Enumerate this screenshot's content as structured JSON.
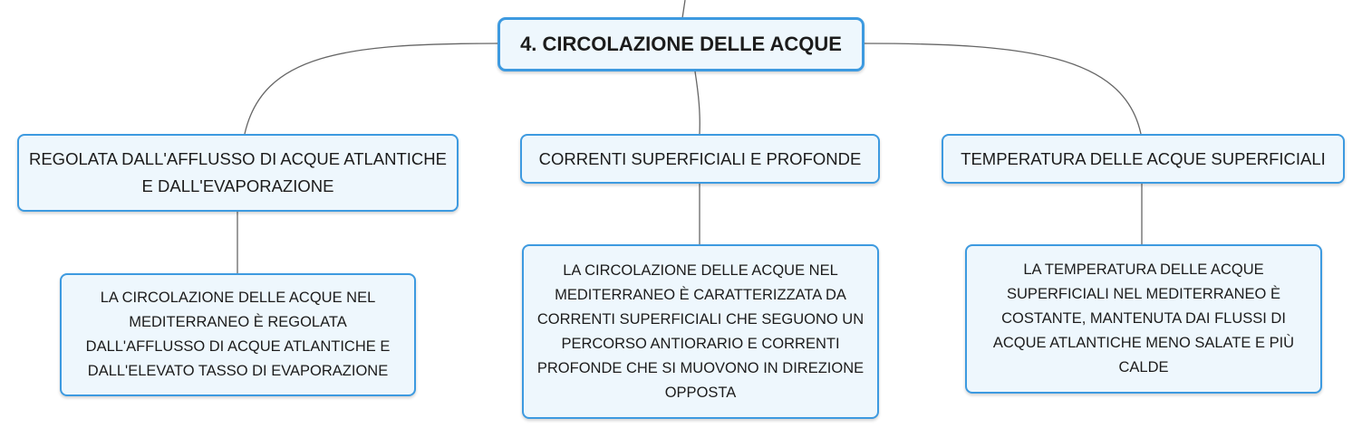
{
  "colors": {
    "node_border": "#3d9ae0",
    "node_fill": "#eef7fd",
    "connector": "#666666"
  },
  "root": {
    "label": "4. CIRCOLAZIONE DELLE ACQUE"
  },
  "branches": [
    {
      "label": "REGOLATA DALL'AFFLUSSO DI ACQUE ATLANTICHE E DALL'EVAPORAZIONE",
      "detail": "LA CIRCOLAZIONE DELLE ACQUE NEL MEDITERRANEO È REGOLATA DALL'AFFLUSSO DI ACQUE ATLANTICHE E DALL'ELEVATO TASSO DI EVAPORAZIONE"
    },
    {
      "label": "CORRENTI SUPERFICIALI E PROFONDE",
      "detail": "LA CIRCOLAZIONE DELLE ACQUE NEL MEDITERRANEO È CARATTERIZZATA DA CORRENTI SUPERFICIALI CHE SEGUONO UN PERCORSO ANTIORARIO E CORRENTI PROFONDE CHE SI MUOVONO IN DIREZIONE OPPOSTA"
    },
    {
      "label": "TEMPERATURA DELLE ACQUE SUPERFICIALI",
      "detail": "LA TEMPERATURA DELLE ACQUE SUPERFICIALI NEL MEDITERRANEO È COSTANTE, MANTENUTA DAI FLUSSI DI ACQUE ATLANTICHE MENO SALATE E PIÙ CALDE"
    }
  ]
}
